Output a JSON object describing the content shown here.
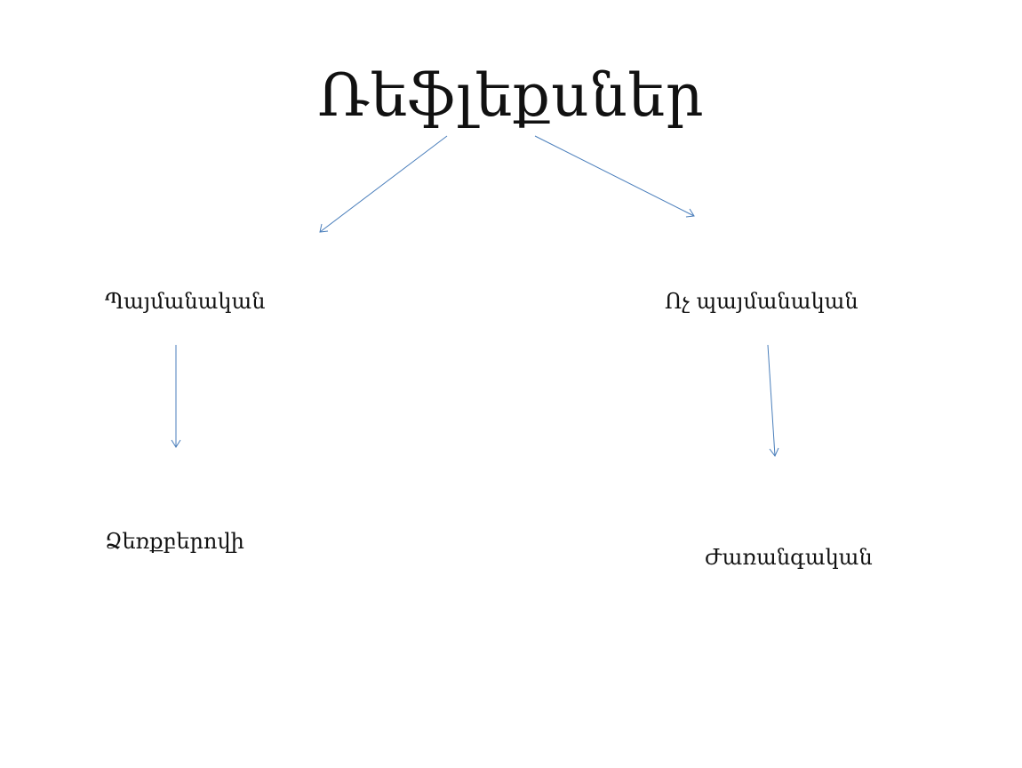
{
  "title": "Ռեֆլեքսներ",
  "nodes": {
    "conditional": "Պայմանական",
    "unconditional": "Ոչ պայմանական",
    "conditional_child": "Ձեռքբերովի",
    "unconditional_child": "Ժառանգական"
  },
  "colors": {
    "arrow": "#4a7ebb",
    "text": "#111111",
    "background": "#ffffff"
  }
}
